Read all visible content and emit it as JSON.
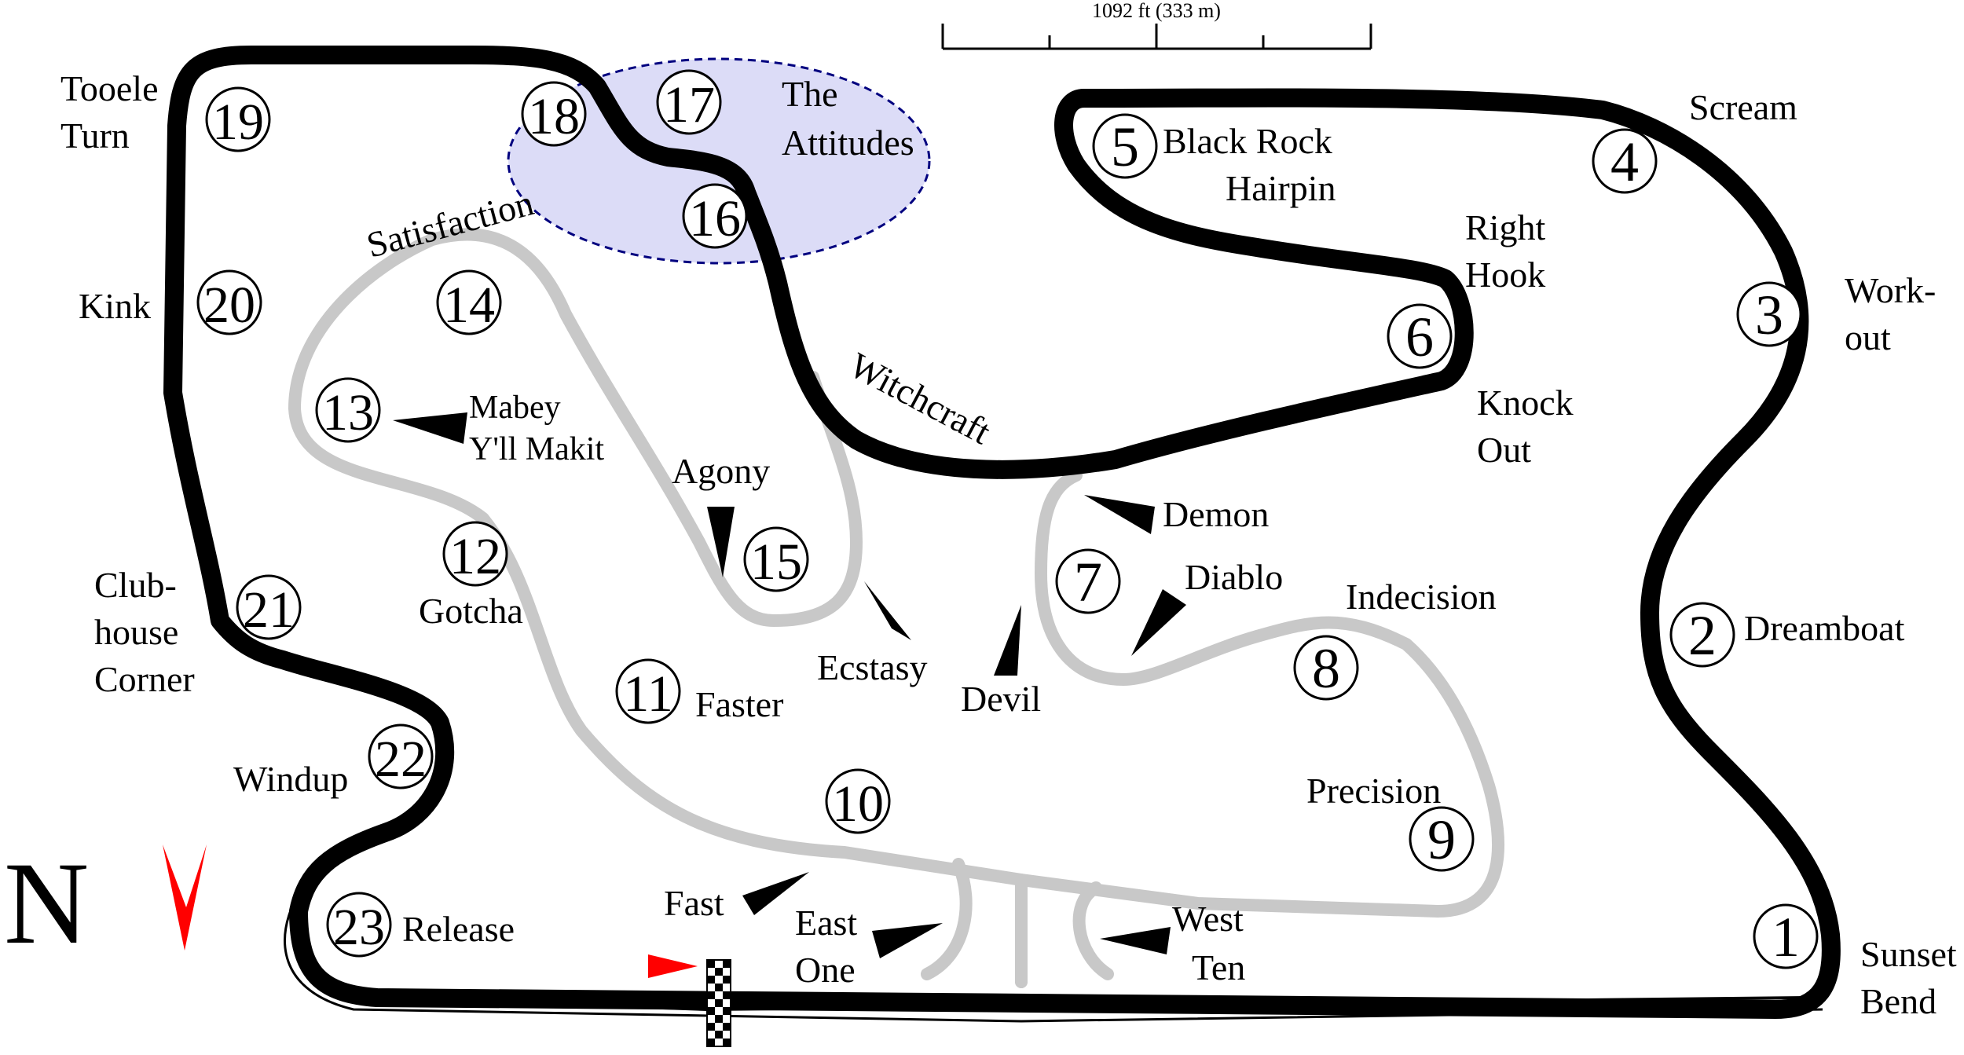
{
  "scale": {
    "label": "1092 ft (333 m)"
  },
  "north": {
    "letter": "N"
  },
  "attitudes_zone": {
    "fill": "#DCDCF7",
    "stroke": "#00007F"
  },
  "track_colors": {
    "outer": "#000000",
    "inner": "#C8C8C8",
    "north_arrow": "#FF0000",
    "start_flag": "#FF0000"
  },
  "turns": [
    "1",
    "2",
    "3",
    "4",
    "5",
    "6",
    "7",
    "8",
    "9",
    "10",
    "11",
    "12",
    "13",
    "14",
    "15",
    "16",
    "17",
    "18",
    "19",
    "20",
    "21",
    "22",
    "23"
  ],
  "corners": {
    "sunset_bend": [
      "Sunset",
      "Bend"
    ],
    "dreamboat": "Dreamboat",
    "workout": [
      "Work-",
      "out"
    ],
    "scream": "Scream",
    "black_rock_hairpin": [
      "Black Rock",
      "Hairpin"
    ],
    "right_hook": [
      "Right",
      "Hook"
    ],
    "knock_out": [
      "Knock",
      "Out"
    ],
    "demon": "Demon",
    "diablo": "Diablo",
    "devil": "Devil",
    "indecision": "Indecision",
    "precision": "Precision",
    "west_ten": [
      "West",
      "Ten"
    ],
    "east_one": [
      "East",
      "One"
    ],
    "fast": "Fast",
    "faster": "Faster",
    "ecstasy": "Ecstasy",
    "agony": "Agony",
    "gotcha": "Gotcha",
    "mabey": [
      "Mabey",
      "Y'll Makit"
    ],
    "satisfaction": "Satisfaction",
    "witchcraft": "Witchcraft",
    "the_attitudes": [
      "The",
      "Attitudes"
    ],
    "tooele_turn": [
      "Tooele",
      "Turn"
    ],
    "kink": "Kink",
    "clubhouse_corner": [
      "Club-",
      "house",
      "Corner"
    ],
    "windup": "Windup",
    "release": "Release"
  }
}
